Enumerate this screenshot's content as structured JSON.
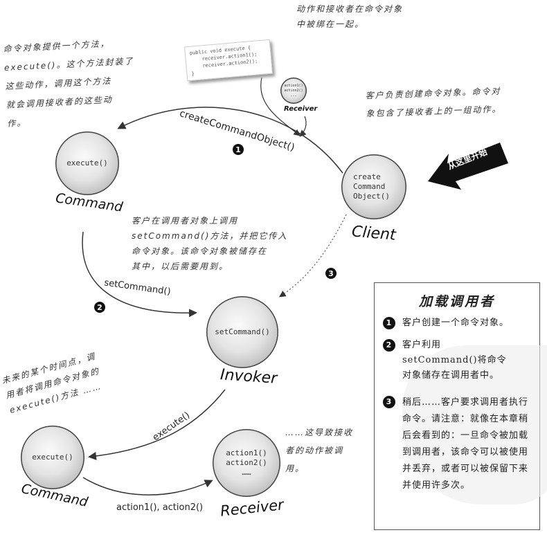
{
  "notes": {
    "top": [
      "动作和接收者在命令对象",
      "中被绑在一起。"
    ],
    "left": [
      "命令对象提供一个方法，",
      "execute()。这个方法封装了",
      "这些动作，调用这个方法",
      "就会调用接收者的这些动",
      "作。"
    ],
    "right": [
      "客户负责创建命令对象。命令对",
      "象包含了接收者上的一组动作。"
    ],
    "middle": [
      "客户在调用者对象上调用",
      "setCommand()方法，并把它传入",
      "命令对象。该命令对象被储存在",
      "其中，以后需要用到。"
    ],
    "bottom_left": [
      "未来的某个时间点，调",
      "用者将调用命令对象的",
      "execute()方法 ……"
    ],
    "bottom_right": [
      "……这导致接收",
      "者的动作被调",
      "用。"
    ]
  },
  "code_card": [
    "public void execute {",
    "    receiver.action1();",
    "    receiver.action2();",
    "}"
  ],
  "small_receiver": {
    "methods": [
      "action1()",
      "action2()",
      "..."
    ],
    "label": "Receiver"
  },
  "nodes": {
    "command_top": {
      "method": "execute()",
      "label": "Command"
    },
    "client": {
      "method": [
        "create",
        "Command",
        "Object()"
      ],
      "label": "Client"
    },
    "invoker": {
      "method": "setCommand()",
      "label": "Invoker"
    },
    "command_bottom": {
      "method": "execute()",
      "label": "Command"
    },
    "receiver": {
      "method": [
        "action1()",
        "action2()",
        "……"
      ],
      "label": "Receiver"
    }
  },
  "arrows": {
    "create": "createCommandObject()",
    "set": "setCommand()",
    "execute": "execute()",
    "actions": "action1(), action2()"
  },
  "badges": [
    "1",
    "2",
    "3"
  ],
  "start_here": "从这里开始",
  "sidebar": {
    "title": "加载调用者",
    "items": [
      {
        "num": "1",
        "text": "客户创建一个命令对象。"
      },
      {
        "num": "2",
        "text": "客户利用setCommand()将命令对象储存在调用者中。"
      },
      {
        "num": "3",
        "text": "稍后……客户要求调用者执行命令。请注意：就像在本章稍后会看到的：一旦命令被加载到调用者，该命令可以被使用并丢弃，或者可以被保留下来并使用许多次。"
      }
    ]
  }
}
